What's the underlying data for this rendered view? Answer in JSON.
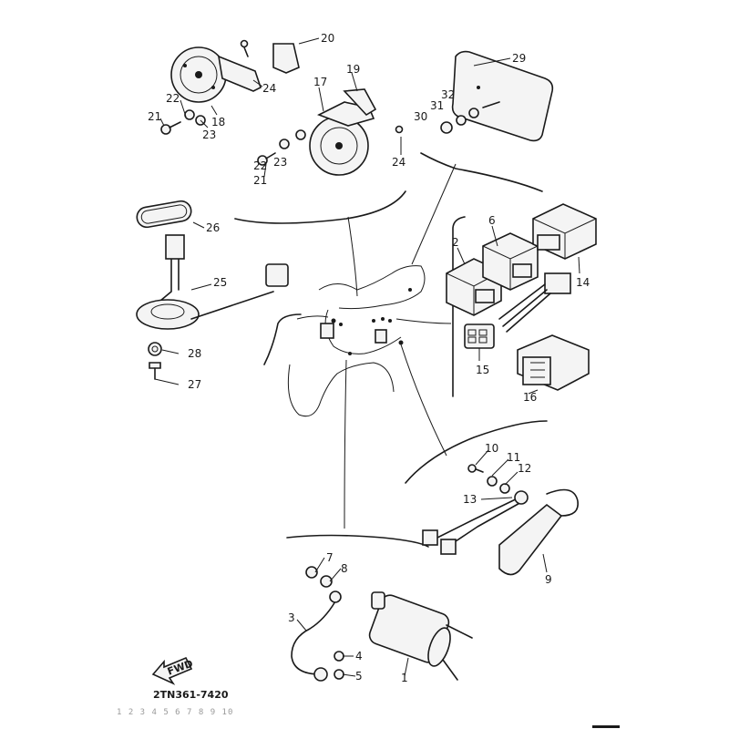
{
  "diagram": {
    "part_code": "2TN361-7420",
    "footer_text": "1 2 3 4 5 6 7 8 9 10",
    "front_arrow_label": "FWD",
    "callouts": [
      "1",
      "2",
      "3",
      "4",
      "5",
      "6",
      "7",
      "8",
      "9",
      "10",
      "11",
      "12",
      "13",
      "14",
      "15",
      "16",
      "17",
      "18",
      "19",
      "20",
      "21",
      "22",
      "23",
      "24",
      "25",
      "26",
      "27",
      "28",
      "29",
      "30",
      "31",
      "32"
    ]
  }
}
